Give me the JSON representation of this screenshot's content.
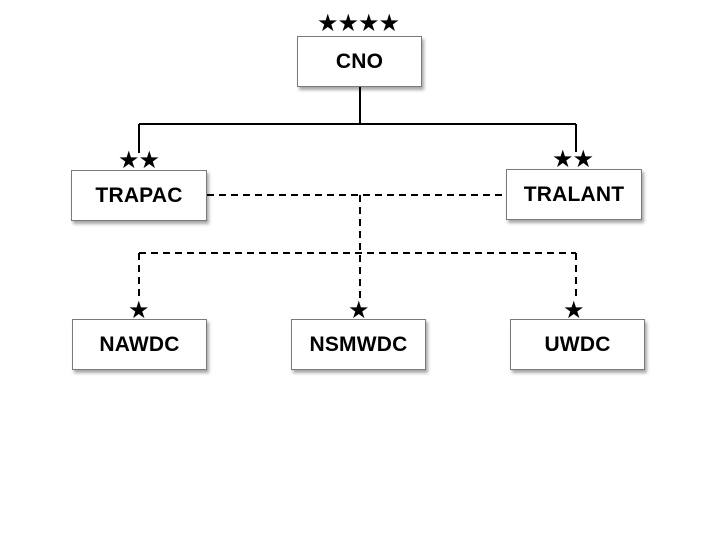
{
  "nodes": {
    "cno": {
      "label": "CNO",
      "stars": "★★★★"
    },
    "trapac": {
      "label": "TRAPAC",
      "stars": "★★"
    },
    "tralant": {
      "label": "TRALANT",
      "stars": "★★"
    },
    "nawdc": {
      "label": "NAWDC",
      "stars": "★"
    },
    "nsmwdc": {
      "label": "NSMWDC",
      "stars": "★"
    },
    "uwdc": {
      "label": "UWDC",
      "stars": "★"
    }
  },
  "edges": [
    {
      "from": "cno",
      "to": "trapac",
      "style": "solid"
    },
    {
      "from": "cno",
      "to": "tralant",
      "style": "solid"
    },
    {
      "from": "trapac",
      "to": "tralant",
      "style": "dashed"
    },
    {
      "from": "tralant",
      "to": "nawdc",
      "style": "dashed"
    },
    {
      "from": "tralant",
      "to": "nsmwdc",
      "style": "dashed"
    },
    {
      "from": "tralant",
      "to": "uwdc",
      "style": "dashed"
    }
  ],
  "colors": {
    "line": "#000000",
    "box_border": "#7a7a7a",
    "background": "#ffffff"
  }
}
